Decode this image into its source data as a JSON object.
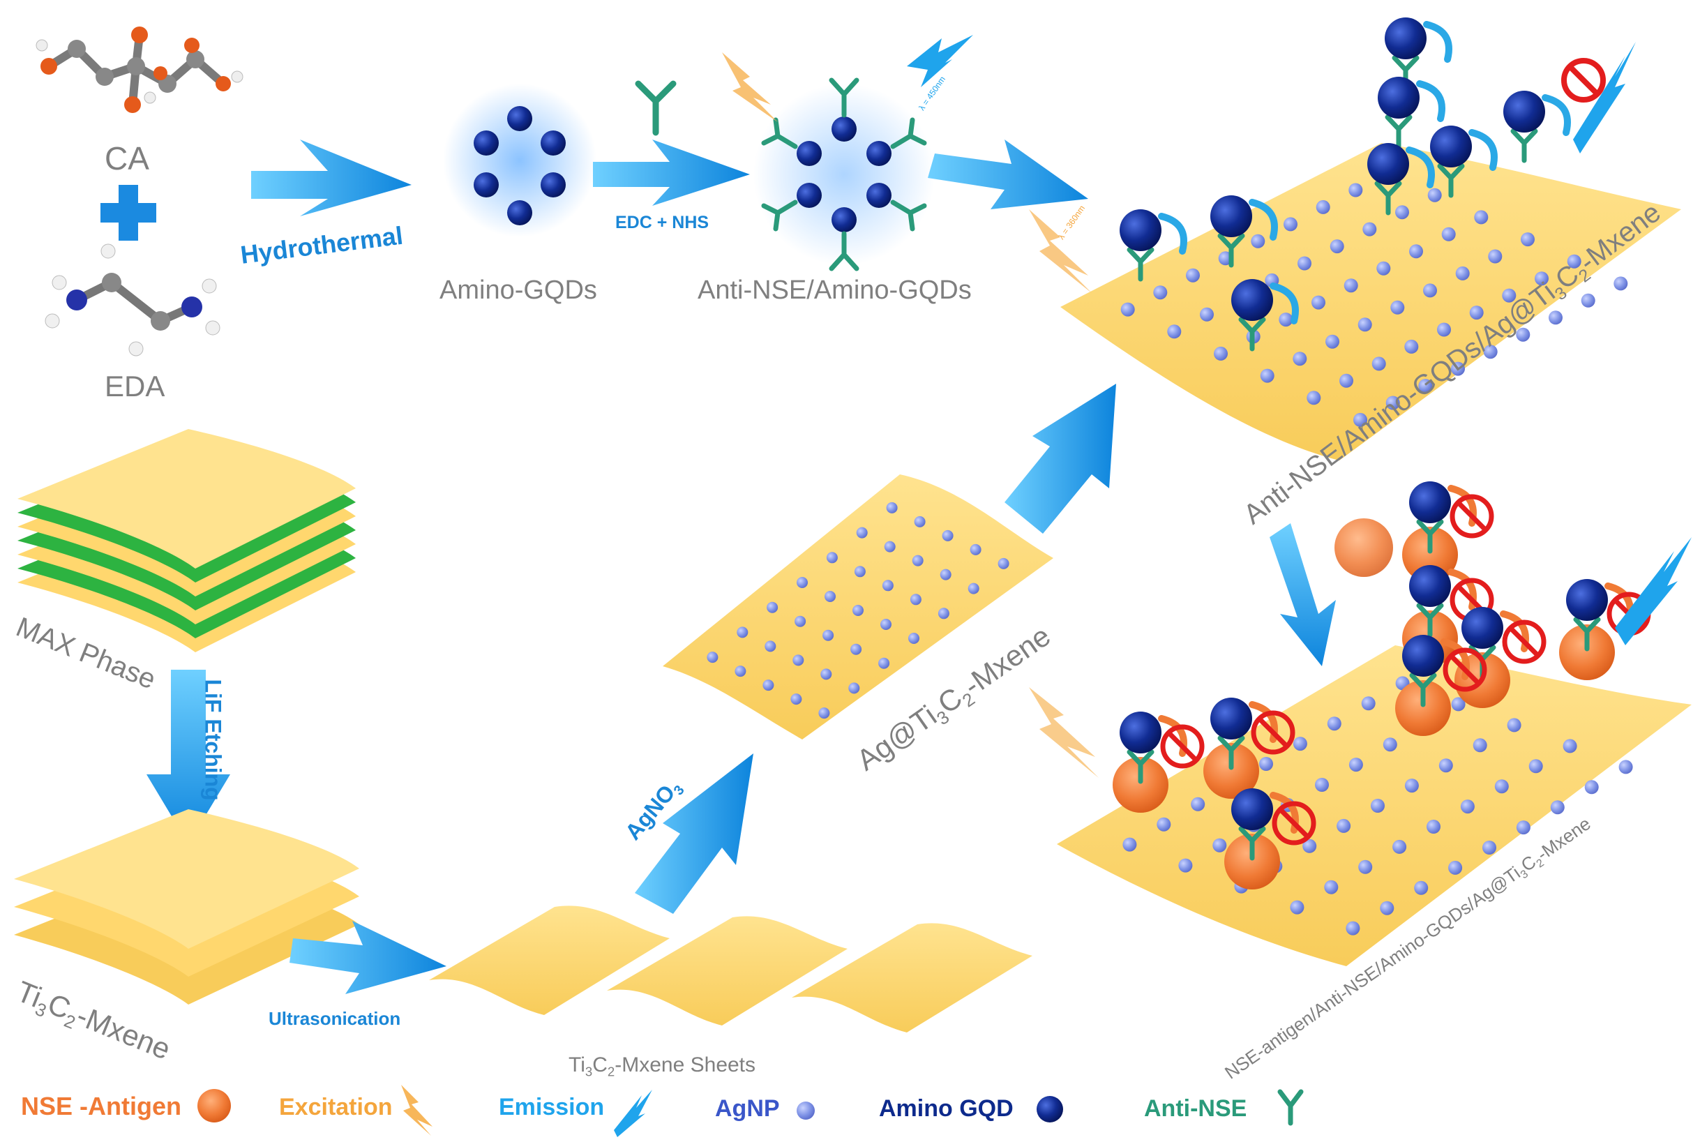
{
  "reagents": {
    "ca": "CA",
    "plus": "+",
    "eda": "EDA"
  },
  "steps": {
    "hydrothermal": "Hydrothermal",
    "edc_nhs": "EDC + NHS",
    "lif_etching": "LiF Etching",
    "ultrasonication": "Ultrasonication",
    "agno3": "AgNO",
    "agno3_sub": "3"
  },
  "products": {
    "amino_gqds": "Amino-GQDs",
    "anti_nse_gqds": "Anti-NSE/Amino-GQDs",
    "max_phase": "MAX Phase",
    "mxene_pre": "Ti",
    "mxene_s1": "3",
    "mxene_mid": "C",
    "mxene_s2": "2",
    "mxene_post": "-Mxene",
    "sheets_post": "-Mxene Sheets",
    "ag_mxene_pre": "Ag@Ti",
    "sensor_pre": "Anti-NSE/Amino-GQDs/Ag@Ti",
    "detect_pre": "NSE-antigen/Anti-NSE/Amino-GQDs/Ag@Ti"
  },
  "wavelengths": {
    "emission": "λ = 450nm",
    "excitation": "λ = 360nm"
  },
  "legend": {
    "nse_antigen": "NSE -Antigen",
    "excitation": "Excitation",
    "emission": "Emission",
    "agnp": "AgNP",
    "amino_gqd": "Amino GQD",
    "anti_nse": "Anti-NSE"
  },
  "colors": {
    "arrow_blue": "#1a9be6",
    "sheet_yellow": "#ffd76e",
    "max_green": "#2db341",
    "gqd_navy": "#0d2a8c",
    "agnp_blue": "#7f93e6",
    "antigen_orange": "#f07a35",
    "antibody_green": "#2a9a7a",
    "excitation_orange": "#f4a53c",
    "no_sign_red": "#e31d1d"
  }
}
